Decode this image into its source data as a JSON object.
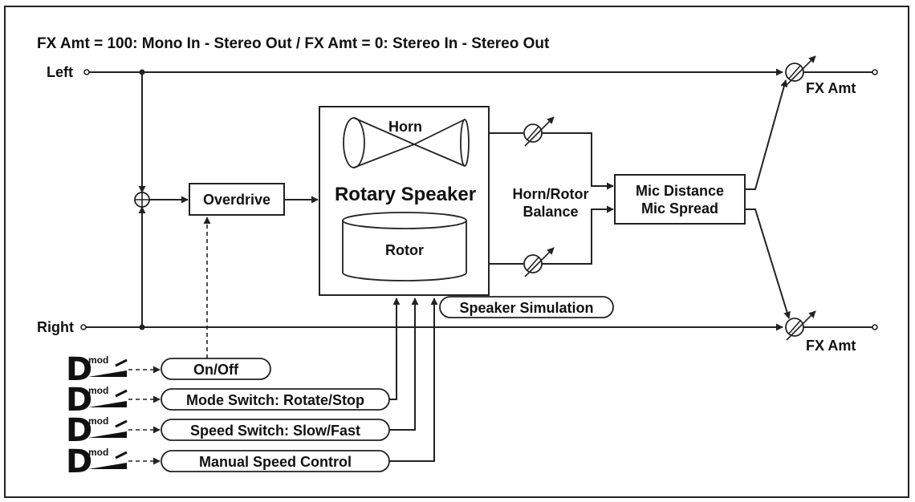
{
  "diagram": {
    "title": "FX Amt = 100: Mono In - Stereo Out  /  FX Amt = 0: Stereo In - Stereo Out",
    "inputs": {
      "left": "Left",
      "right": "Right"
    },
    "overdrive": "Overdrive",
    "rotary": {
      "horn": "Horn",
      "title": "Rotary Speaker",
      "rotor": "Rotor"
    },
    "balance": {
      "line1": "Horn/Rotor",
      "line2": "Balance"
    },
    "mic": {
      "line1": "Mic Distance",
      "line2": "Mic Spread"
    },
    "fx_amt_top": "FX Amt",
    "fx_amt_bottom": "FX Amt",
    "speaker_sim": "Speaker Simulation",
    "mod_label": "mod",
    "dmod_letter": "D",
    "controls": [
      {
        "label": "On/Off"
      },
      {
        "label": "Mode Switch: Rotate/Stop"
      },
      {
        "label": "Speed Switch: Slow/Fast"
      },
      {
        "label": "Manual Speed Control"
      }
    ]
  }
}
